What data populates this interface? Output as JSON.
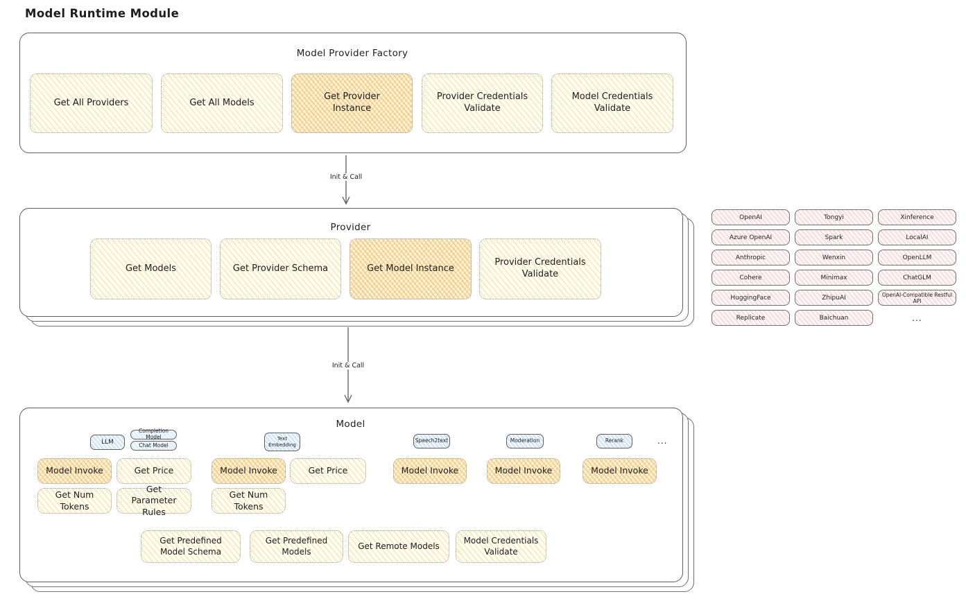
{
  "page_title": "Model Runtime Module",
  "colors": {
    "box_fill": "#fdf6df",
    "box_hatch": "#eecb6e",
    "highlight_fill": "#fdf2d8",
    "highlight_hatch": "#ecae46",
    "provider_pill_fill": "#fef5f5",
    "provider_pill_hatch": "#e59494",
    "model_type_fill": "#eef6fc",
    "model_type_hatch": "#6ea5d7",
    "outline": "#5c5c5c",
    "text": "#1e1e1e"
  },
  "factory": {
    "title": "Model Provider Factory",
    "boxes": [
      {
        "label": "Get All Providers",
        "highlight": false
      },
      {
        "label": "Get All Models",
        "highlight": false
      },
      {
        "label": "Get Provider Instance",
        "highlight": true
      },
      {
        "label": "Provider Credentials Validate",
        "highlight": false
      },
      {
        "label": "Model Credentials Validate",
        "highlight": false
      }
    ]
  },
  "arrow1": {
    "label": "Init & Call"
  },
  "arrow2": {
    "label": "Init & Call"
  },
  "provider": {
    "title": "Provider",
    "boxes": [
      {
        "label": "Get Models",
        "highlight": false
      },
      {
        "label": "Get Provider Schema",
        "highlight": false
      },
      {
        "label": "Get Model Instance",
        "highlight": true
      },
      {
        "label": "Provider Credentials Validate",
        "highlight": false
      }
    ]
  },
  "providers_panel": {
    "items": [
      "OpenAI",
      "Tongyi",
      "Xinference",
      "Azure OpenAI",
      "Spark",
      "LocalAI",
      "Anthropic",
      "Wenxin",
      "OpenLLM",
      "Cohere",
      "Minimax",
      "ChatGLM",
      "HuggingFace",
      "ZhipuAI",
      "OpenAI-Compatible Restful API",
      "Replicate",
      "Baichuan"
    ],
    "more": "..."
  },
  "model": {
    "title": "Model",
    "types": [
      {
        "label": "LLM"
      },
      {
        "label": "Completion Model"
      },
      {
        "label": "Chat Model"
      },
      {
        "label": "Text Embedding"
      },
      {
        "label": "Speech2text"
      },
      {
        "label": "Moderation"
      },
      {
        "label": "Rerank"
      }
    ],
    "more": "...",
    "functions": [
      {
        "label": "Model Invoke",
        "highlight": true
      },
      {
        "label": "Get Price",
        "highlight": false
      },
      {
        "label": "Get Num Tokens",
        "highlight": false
      },
      {
        "label": "Get Parameter Rules",
        "highlight": false
      },
      {
        "label": "Model Invoke",
        "highlight": true
      },
      {
        "label": "Get Price",
        "highlight": false
      },
      {
        "label": "Get Num Tokens",
        "highlight": false
      },
      {
        "label": "Model Invoke",
        "highlight": true
      },
      {
        "label": "Model Invoke",
        "highlight": true
      },
      {
        "label": "Model Invoke",
        "highlight": true
      }
    ],
    "bottom": [
      {
        "label": "Get Predefined Model Schema"
      },
      {
        "label": "Get Predefined Models"
      },
      {
        "label": "Get Remote Models"
      },
      {
        "label": "Model Credentials Validate"
      }
    ]
  }
}
